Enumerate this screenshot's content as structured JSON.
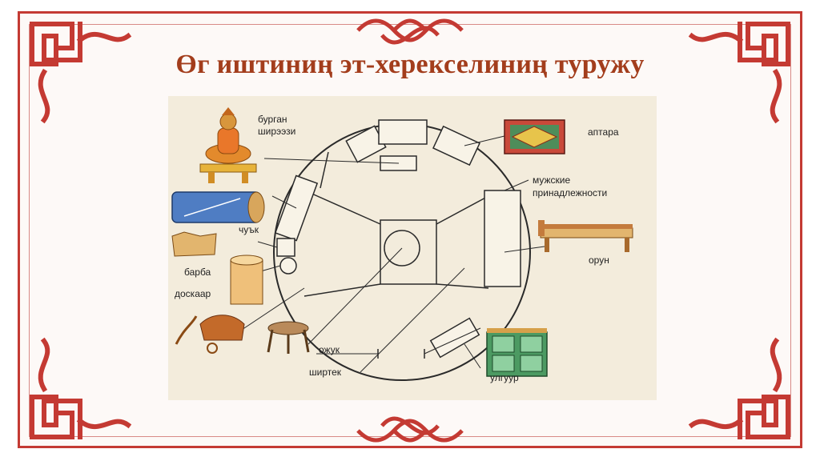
{
  "slide": {
    "title": "Өг иштиниң эт-херекселиниң туружу"
  },
  "diagram": {
    "labels": {
      "burgan_line1": "бурган",
      "burgan_line2": "ширээзи",
      "aptara": "аптара",
      "male_line1": "мужские",
      "male_line2": "принадлежности",
      "chuuk": "чуък",
      "orun": "орун",
      "barba": "барба",
      "doskaar": "доскаар",
      "ozhuk": "ожук",
      "shirtek": "ширтек",
      "ulguur": "улгуур"
    }
  },
  "colors": {
    "frame": "#c43a33",
    "title": "#a33d1c",
    "diagram_bg": "#f3ecdc",
    "line": "#2a2a2a"
  }
}
